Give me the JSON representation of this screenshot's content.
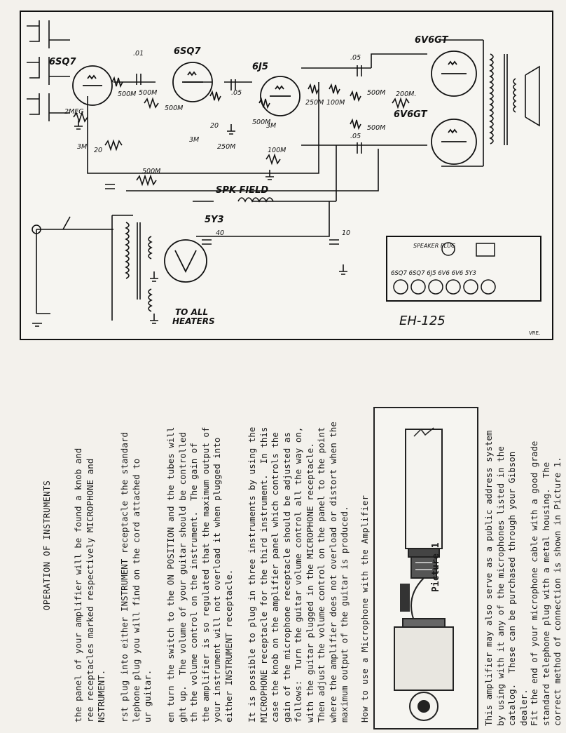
{
  "schematic": {
    "tubes": [
      "6SQ7",
      "6SQ7",
      "6J5",
      "6V6GT",
      "6V6GT",
      "5Y3"
    ],
    "components": [
      ".01",
      "2MEG",
      "500M",
      "500M",
      "500M",
      "500M",
      "3M",
      "20",
      "3M",
      ".05",
      "250M",
      "100M",
      "500M",
      "500M",
      "200M.",
      ".05",
      "100M",
      "500M",
      ".05",
      "20",
      "3M",
      "250M",
      "40",
      "10"
    ],
    "labels": {
      "speaker_field": "SPK FIELD",
      "to_heaters": "TO ALL\nHEATERS",
      "speaker_plug": "SPEAKER\nPLUG",
      "socket_row": "6SQ7  6SQ7 6J5  6V6  6V6  5Y3",
      "model": "EH-125",
      "initials": "VRE."
    }
  },
  "text": {
    "heading": "OPERATION OF INSTRUMENTS",
    "p1": "the panel of your amplifier will be found a knob and\nree receptacles marked respectively MICROPHONE and\nNSTRUMENT.",
    "p2": "rst plug into either INSTRUMENT receptacle the standard\nlephone plug you will find on the cord attached to\nur guitar.",
    "p3": "en turn the switch to the ON POSITION and the tubes will\nght up.  The volume of your guitar should be controlled\nth the volume control on the instrument.  The gain of\nthe amplifier is so regulated that the maximum output of\nyour instrument will not overload it when plugged into\neither INSTRUMENT receptacle.",
    "p4": "It is possible to plug in three instruments by using the\nMICROPHONE receptacle for the third instrument.  In this\ncase the knob on the amplifier panel which controls the\ngain of the microphone receptacle should be adjusted as\nfollows:  Turn the guitar volume control all the way on,\nwith the guitar plugged in the MICROPHONE receptacle.\nThen adjust the volume control on the panel to the point\nwhere the amplifier does not overload or distort when the\nmaximum output of the guitar is produced.",
    "heading2": "How to use a Microphone with the Amplifier",
    "picture_caption": "Picture 1",
    "p5": "This amplifier may also serve as a public address system\nby using with it any of the microphones listed in the\ncatalog.  These can be purchased through your Gibson\ndealer.",
    "p6": "Fit the end of your microphone cable with a good grade\nstandard telephone plug with a metal housing.  The\ncorrect method of connection is shown in Picture 1."
  }
}
